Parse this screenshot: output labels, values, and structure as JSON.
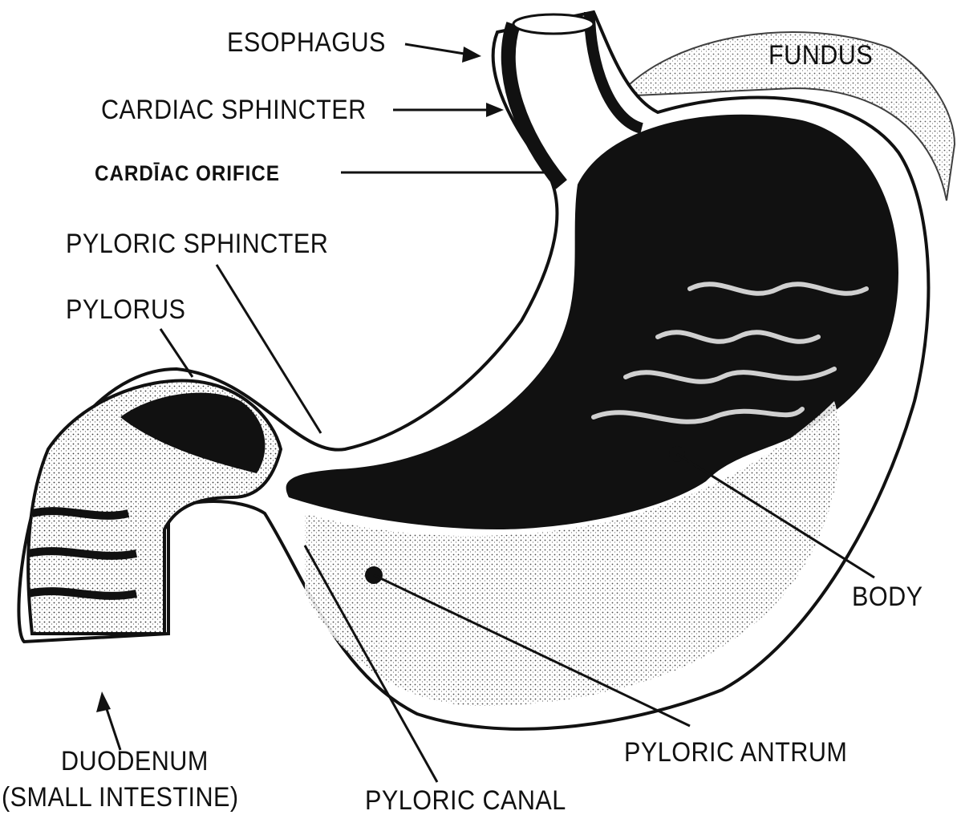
{
  "diagram": {
    "labels": {
      "esophagus": "ESOPHAGUS",
      "fundus": "FUNDUS",
      "cardiac_sphincter": "CARDIAC SPHINCTER",
      "cardiac_orifice": "CARDĪAC ORIFICE",
      "pyloric_sphincter": "PYLORIC SPHINCTER",
      "pylorus": "PYLORUS",
      "body": "BODY",
      "pyloric_antrum": "PYLORIC ANTRUM",
      "duodenum": "DUODENUM",
      "duodenum_note": "(SMALL INTESTINE)",
      "pyloric_canal": "PYLORIC CANAL"
    },
    "colors": {
      "ink": "#111111",
      "paper": "#ffffff",
      "shade": "#d9d9d9"
    }
  }
}
